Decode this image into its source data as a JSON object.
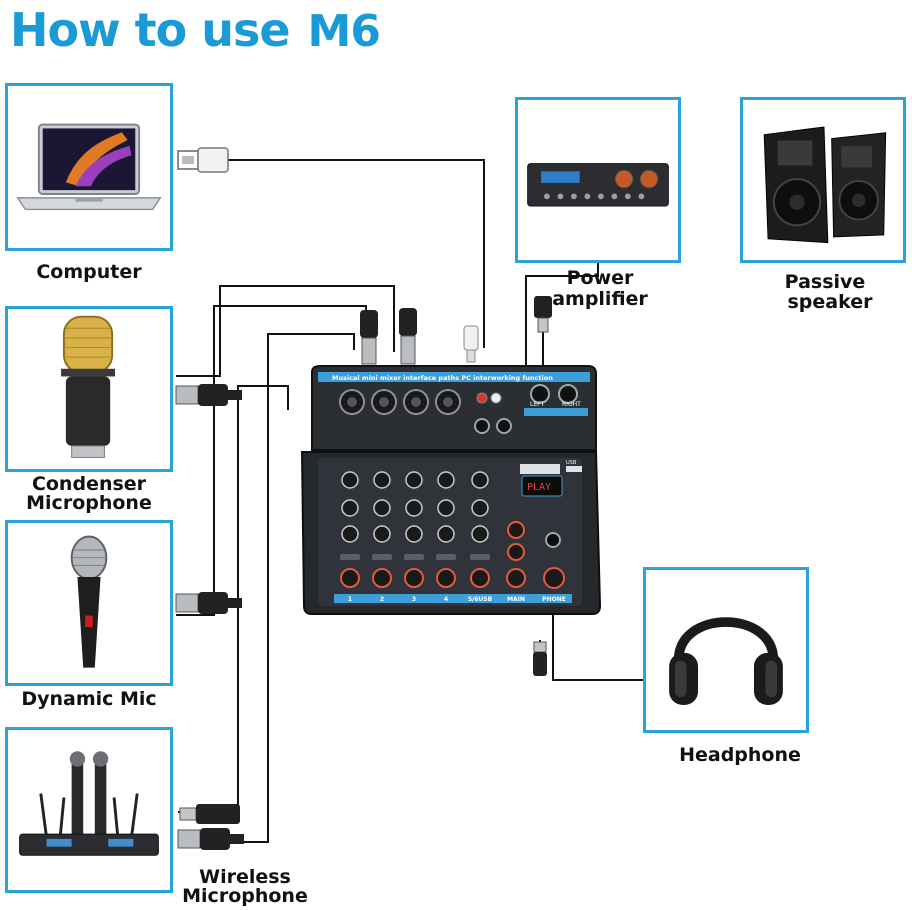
{
  "header": {
    "title": "How to use",
    "model": "M6"
  },
  "devices": {
    "computer": {
      "label": "Computer"
    },
    "condenser_mic": {
      "label_line1": "Condenser",
      "label_line2": "Microphone"
    },
    "dynamic_mic": {
      "label": "Dynamic Mic"
    },
    "wireless_mic": {
      "label_line1": "Wireless",
      "label_line2": "Microphone"
    },
    "power_amplifier": {
      "label_line1": "Power",
      "label_line2": "amplifier"
    },
    "passive_speaker": {
      "label_line1": "Passive",
      "label_line2": "speaker"
    },
    "headphone": {
      "label": "Headphone"
    }
  },
  "mixer": {
    "top_banner": "Musical mini mixer interface paths PC interworking function",
    "channels": [
      "1",
      "2",
      "3",
      "4",
      "5/6USB",
      "MAIN",
      "PHONE"
    ],
    "usb_label": "USB",
    "output_labels": [
      "LEFT",
      "RIGHT"
    ],
    "display": "PLAY"
  },
  "colors": {
    "title": "#1a9ad6",
    "box_border": "#29a3da",
    "wire": "#111111",
    "mixer_body": "#2b2e33",
    "mixer_accent": "#3d9fd9"
  }
}
